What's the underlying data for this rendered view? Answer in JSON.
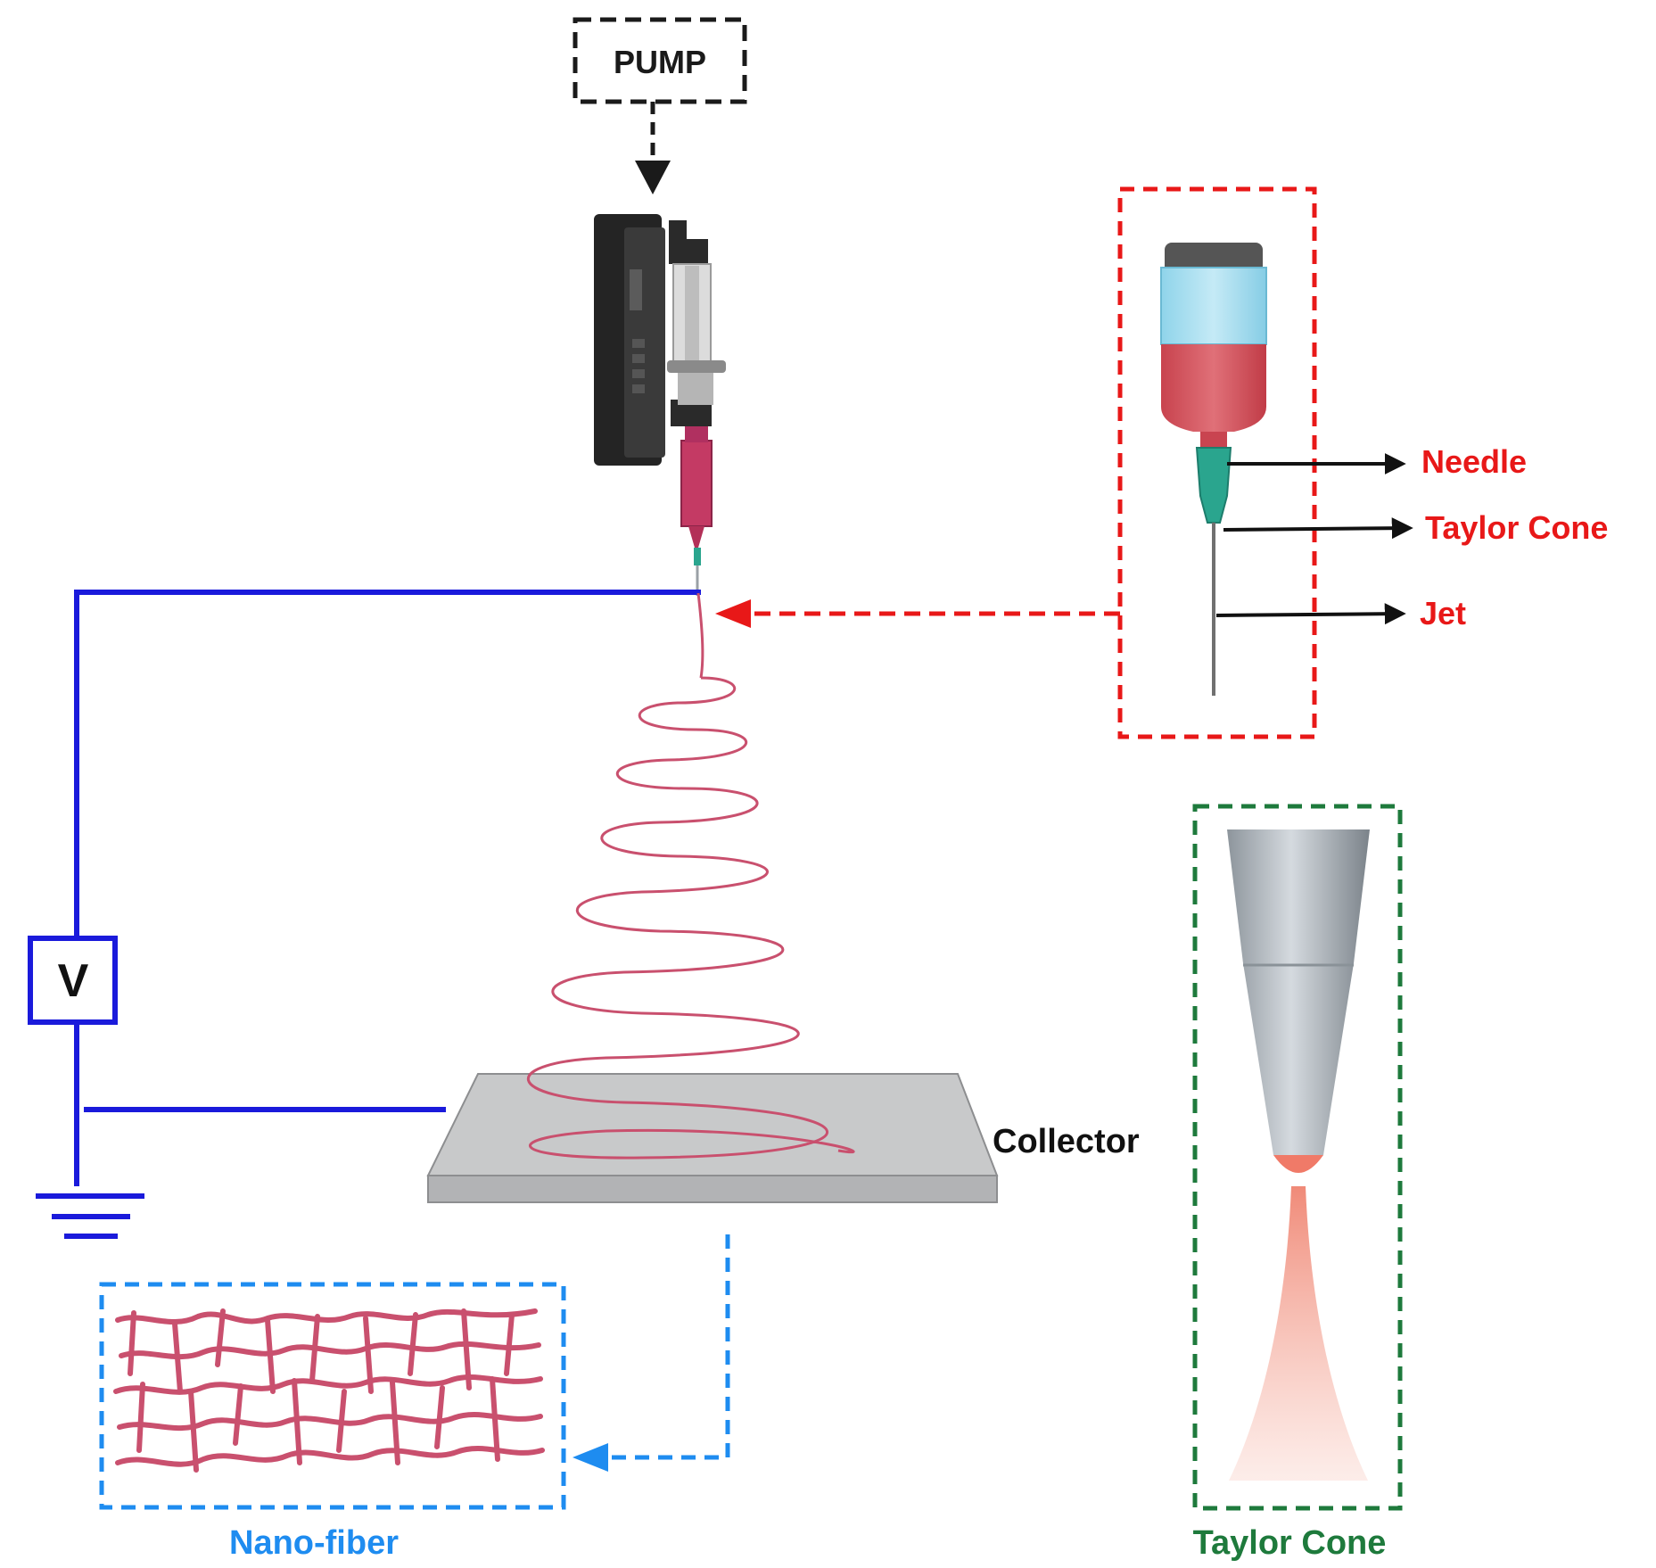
{
  "labels": {
    "pump": "PUMP",
    "voltage": "V",
    "collector": "Collector",
    "needle": "Needle",
    "taylor_cone_callout": "Taylor Cone",
    "jet": "Jet",
    "nanofiber_caption": "Nano-fiber",
    "taylor_cone_caption": "Taylor Cone"
  },
  "colors": {
    "pump_box": "#1a1a1a",
    "circuit_wire": "#1a1adb",
    "inset_red": "#e81818",
    "inset_green": "#1e7a3c",
    "nanofiber_blue": "#1e8cf0",
    "fiber_pink": "#c9506e",
    "collector_gray": "#c9cacb",
    "solution_red": "#d85a64",
    "needle_teal": "#2aa58e"
  },
  "icons": {
    "ground": "ground-symbol-icon",
    "pump_device": "syringe-pump-icon",
    "syringe": "syringe-icon"
  }
}
